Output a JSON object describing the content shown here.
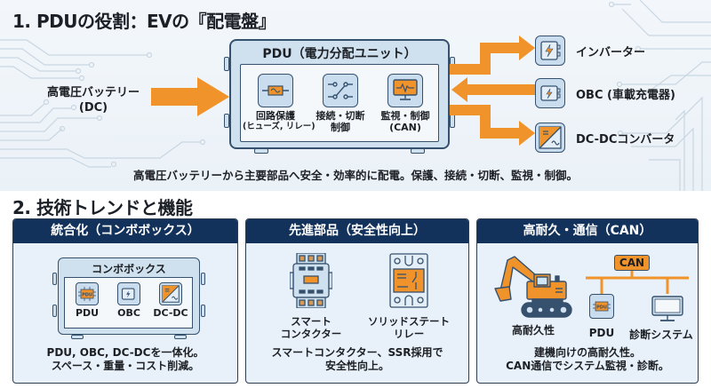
{
  "section1": {
    "title": "1. PDUの役割：EVの『配電盤』",
    "battery_label_line1": "高電圧バッテリー",
    "battery_label_line2": "(DC)",
    "pdu_title": "PDU（電力分配ユニット）",
    "functions": [
      {
        "icon": "fuse-icon",
        "line1": "回路保護",
        "line2": "(ヒューズ, リレー)"
      },
      {
        "icon": "switch-icon",
        "line1": "接続・切断",
        "line2": "制御"
      },
      {
        "icon": "monitor-icon",
        "line1": "監視・制御",
        "line2": "(CAN)"
      }
    ],
    "components": [
      {
        "icon": "inverter-icon",
        "label": "インバーター",
        "flow": "out"
      },
      {
        "icon": "charger-icon",
        "label": "OBC (車載充電器)",
        "flow": "in"
      },
      {
        "icon": "converter-icon",
        "label": "DC-DCコンバータ",
        "flow": "out"
      }
    ],
    "summary": "高電圧バッテリーから主要部品へ安全・効率的に配電。保護、接続・切断、監視・制御。"
  },
  "section2": {
    "title": "2. 技術トレンドと機能",
    "cards": [
      {
        "title": "統合化（コンボボックス）",
        "box_title": "コンボボックス",
        "modules": [
          "PDU",
          "OBC",
          "DC-DC"
        ],
        "desc_line1": "PDU, OBC, DC-DCを一体化。",
        "desc_line2": "スペース・重量・コスト削減。"
      },
      {
        "title": "先進部品（安全性向上）",
        "parts": [
          {
            "icon": "contactor-icon",
            "line1": "スマート",
            "line2": "コンタクター"
          },
          {
            "icon": "solid-state-relay-icon",
            "line1": "ソリッドステート",
            "line2": "リレー"
          }
        ],
        "desc_line1": "スマートコンタクター、SSR採用で",
        "desc_line2": "安全性向上。"
      },
      {
        "title": "高耐久・通信（CAN）",
        "excavator_label": "高耐久性",
        "bus_label": "CAN",
        "nodes": [
          "PDU",
          "診断システム"
        ],
        "desc_line1": "建機向けの高耐久性。",
        "desc_line2": "CAN通信でシステム監視・診断。"
      }
    ]
  },
  "colors": {
    "accent_orange": "#f0932b",
    "navy": "#13325b",
    "panel_blue": "#cfe0ef",
    "outline": "#36516e"
  }
}
